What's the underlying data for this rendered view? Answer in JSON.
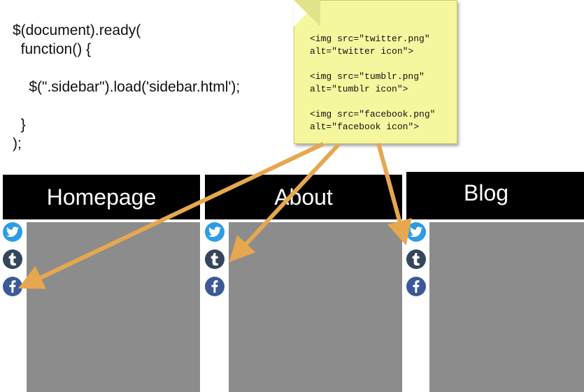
{
  "code": {
    "lines": [
      "$(document).ready(",
      "  function() {",
      "",
      "    $(\".sidebar\").load('sidebar.html');",
      "",
      "  }",
      ");"
    ]
  },
  "note": {
    "entries": [
      {
        "line1": "<img src=\"twitter.png\"",
        "line2": "alt=\"twitter icon\">"
      },
      {
        "line1": "<img src=\"tumblr.png\"",
        "line2": "alt=\"tumblr icon\">"
      },
      {
        "line1": "<img src=\"facebook.png\"",
        "line2": "alt=\"facebook icon\">"
      }
    ]
  },
  "pages": [
    {
      "title": "Homepage"
    },
    {
      "title": "About"
    },
    {
      "title": "Blog"
    }
  ],
  "icons": [
    "twitter-icon",
    "tumblr-icon",
    "facebook-icon"
  ],
  "colors": {
    "note_bg": "#f4f79e",
    "arrow": "#e7a74f",
    "twitter": "#2b9de5",
    "tumblr": "#35465c",
    "facebook": "#3b5998",
    "content": "#8c8c8c"
  }
}
